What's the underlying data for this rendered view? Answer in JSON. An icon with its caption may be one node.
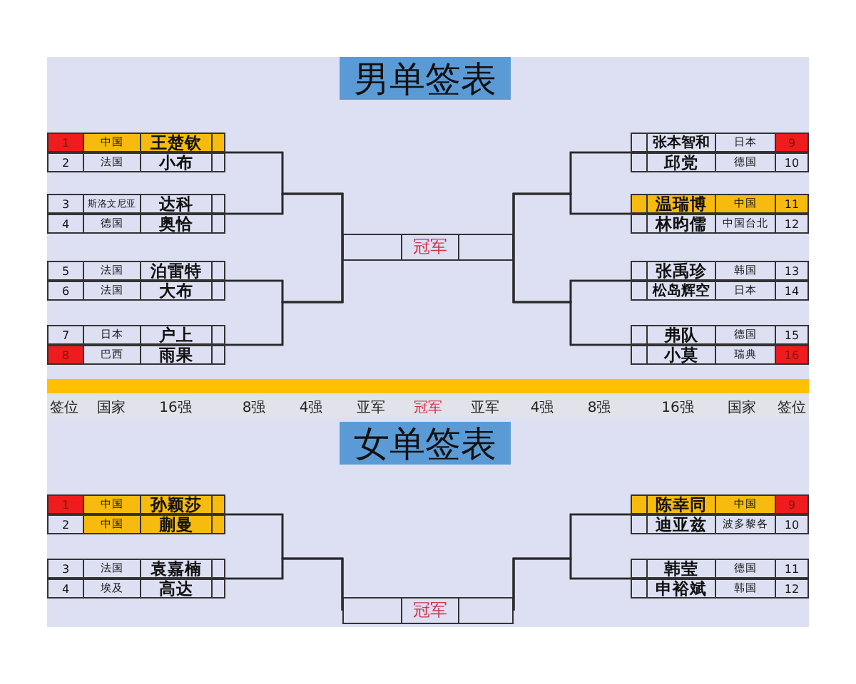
{
  "diagram": {
    "nodes": [
      {
        "text": [
          "男单签表"
        ]
      },
      {
        "text": [
          "1",
          "中国",
          "王楚钦"
        ]
      },
      {
        "text": [
          "2",
          "法国",
          "小布"
        ]
      },
      {
        "text": [
          "3",
          "斯洛文尼亚",
          "达科"
        ]
      },
      {
        "text": [
          "4",
          "德国",
          "奥恰"
        ]
      },
      {
        "text": [
          "5",
          "法国",
          "泊雷特"
        ]
      },
      {
        "text": [
          "6",
          "法国",
          "大布"
        ]
      },
      {
        "text": [
          "7",
          "日本",
          "户上"
        ]
      },
      {
        "text": [
          "8",
          "巴西",
          "雨果"
        ]
      },
      {
        "text": [
          "冠军"
        ]
      },
      {
        "text": [
          "张本智和",
          "日本",
          "9"
        ]
      },
      {
        "text": [
          "邱党",
          "德国",
          "10"
        ]
      },
      {
        "text": [
          "温瑞博",
          "中国",
          "11"
        ]
      },
      {
        "text": [
          "林昀儒",
          "中国台北",
          "12"
        ]
      },
      {
        "text": [
          "张禹珍",
          "韩国",
          "13"
        ]
      },
      {
        "text": [
          "松岛辉空",
          "日本",
          "14"
        ]
      },
      {
        "text": [
          "弗队",
          "德国",
          "15"
        ]
      },
      {
        "text": [
          "小莫",
          "瑞典",
          "16"
        ]
      },
      {
        "text": [
          "女单签表"
        ]
      },
      {
        "text": [
          "1",
          "中国",
          "孙颖莎"
        ]
      },
      {
        "text": [
          "2",
          "中国",
          "蒯曼"
        ]
      },
      {
        "text": [
          "3",
          "法国",
          "袁嘉楠"
        ]
      },
      {
        "text": [
          "4",
          "埃及",
          "高达"
        ]
      },
      {
        "text": [
          "冠军"
        ]
      },
      {
        "text": [
          "陈幸同",
          "中国",
          "9"
        ]
      },
      {
        "text": [
          "迪亚兹",
          "波多黎各",
          "10"
        ]
      },
      {
        "text": [
          "韩莹",
          "德国",
          "11"
        ]
      },
      {
        "text": [
          "申裕斌",
          "韩国",
          "12"
        ]
      }
    ],
    "edges": [
      {
        "from": 1,
        "to": 9,
        "arrow": "none"
      },
      {
        "from": 2,
        "to": 9,
        "arrow": "none"
      },
      {
        "from": 3,
        "to": 9,
        "arrow": "none"
      },
      {
        "from": 4,
        "to": 9,
        "arrow": "none"
      },
      {
        "from": 5,
        "to": 9,
        "arrow": "none"
      },
      {
        "from": 6,
        "to": 9,
        "arrow": "none"
      },
      {
        "from": 7,
        "to": 9,
        "arrow": "none"
      },
      {
        "from": 8,
        "to": 9,
        "arrow": "none"
      },
      {
        "from": 10,
        "to": 9,
        "arrow": "none"
      },
      {
        "from": 11,
        "to": 9,
        "arrow": "none"
      },
      {
        "from": 12,
        "to": 9,
        "arrow": "none"
      },
      {
        "from": 13,
        "to": 9,
        "arrow": "none"
      },
      {
        "from": 14,
        "to": 9,
        "arrow": "none"
      },
      {
        "from": 15,
        "to": 9,
        "arrow": "none"
      },
      {
        "from": 16,
        "to": 9,
        "arrow": "none"
      },
      {
        "from": 17,
        "to": 9,
        "arrow": "none"
      },
      {
        "from": 19,
        "to": 23,
        "arrow": "none"
      },
      {
        "from": 20,
        "to": 23,
        "arrow": "none"
      },
      {
        "from": 21,
        "to": 23,
        "arrow": "none"
      },
      {
        "from": 22,
        "to": 23,
        "arrow": "none"
      },
      {
        "from": 24,
        "to": 23,
        "arrow": "none"
      },
      {
        "from": 25,
        "to": 23,
        "arrow": "none"
      },
      {
        "from": 26,
        "to": 23,
        "arrow": "none"
      },
      {
        "from": 27,
        "to": 23,
        "arrow": "none"
      }
    ],
    "labels": [
      "签位",
      "国家",
      "16强",
      "8强",
      "4强",
      "亚军",
      "冠军",
      "亚军",
      "4强",
      "8强",
      "16强",
      "国家",
      "签位"
    ]
  }
}
